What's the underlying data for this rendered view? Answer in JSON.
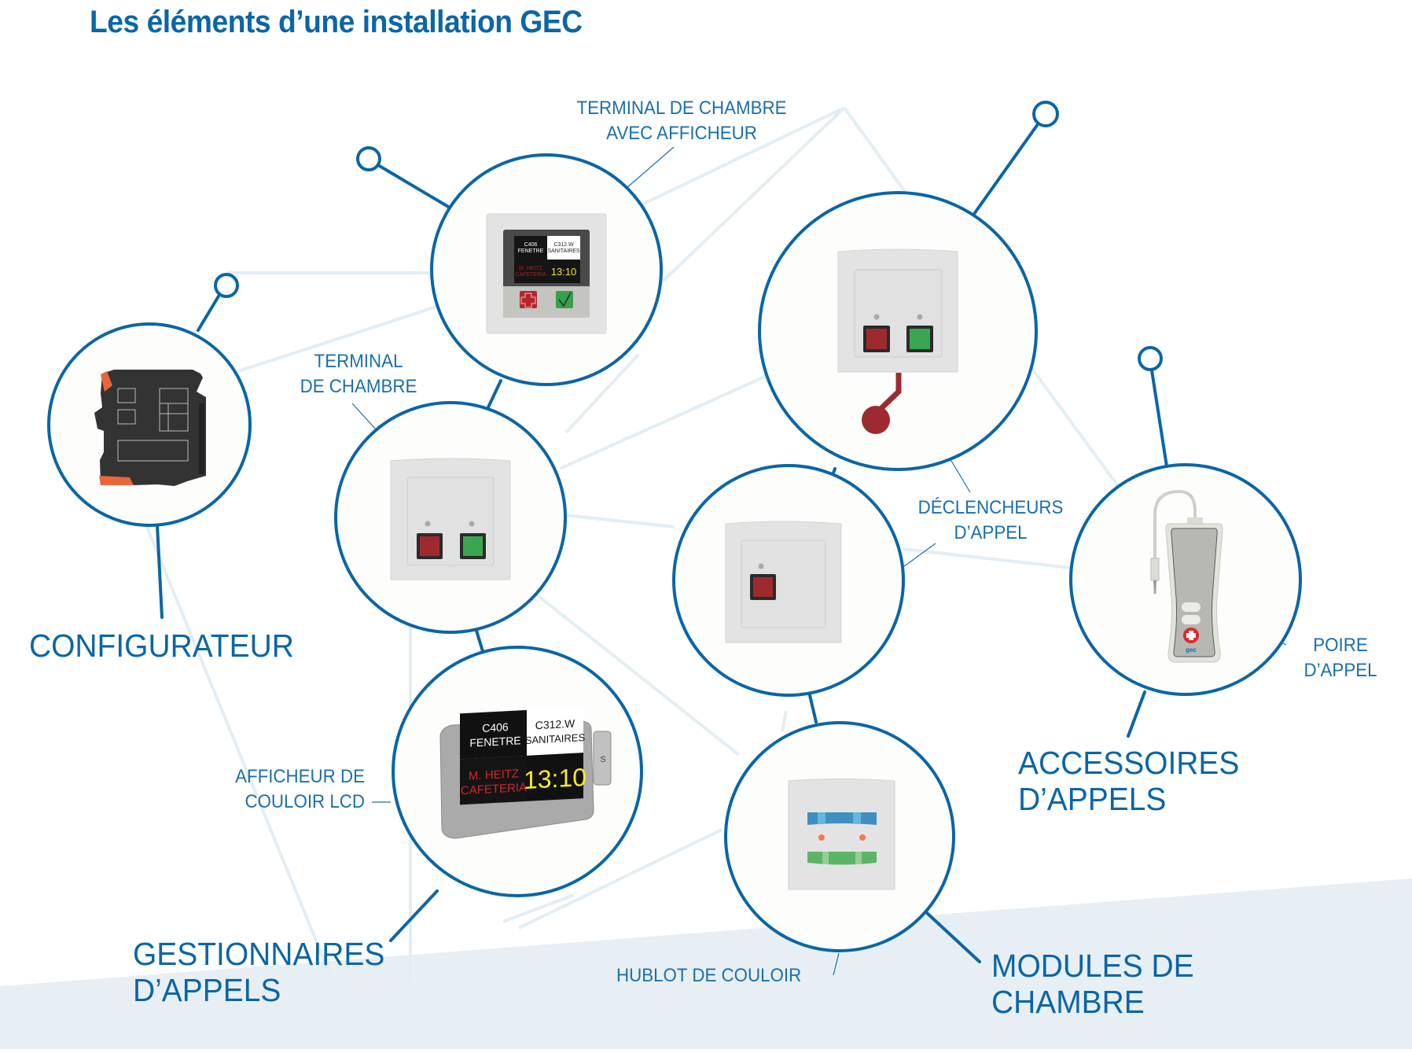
{
  "title": "Les éléments d’une installation GEC",
  "colors": {
    "brand_blue": "#0a66a6",
    "network_line": "#e3edf4",
    "band": "#e8eff4",
    "alarm_red": "#9e2a30",
    "ok_green": "#3aa64f"
  },
  "categories": {
    "configurateur": "CONFIGURATEUR",
    "gestionnaires": "GESTIONNAIRES\nD’APPELS",
    "modules": "MODULES DE\nCHAMBRE",
    "accessoires": "ACCESSOIRES\nD’APPELS"
  },
  "labels": {
    "terminal_afficheur": "TERMINAL DE CHAMBRE\nAVEC AFFICHEUR",
    "terminal_chambre": "TERMINAL\nDE CHAMBRE",
    "declencheurs": "DÉCLENCHEURS\nD’APPEL",
    "poire": "POIRE\nD’APPEL",
    "afficheur_couloir": "AFFICHEUR DE\nCOULOIR LCD",
    "hublot": "HUBLOT DE COULOIR"
  },
  "devices": {
    "display_cells": {
      "c1_line1": "C406",
      "c1_line2": "FENETRE",
      "c2_line1": "C312.W",
      "c2_line2": "SANITAIRES",
      "c3_line1": "M. HEITZ",
      "c3_line2": "CAFETERIA",
      "c4_time": "13:10"
    },
    "lcd_side_key": "S",
    "poire_brand": "gec"
  },
  "icons": {
    "configurateur": "din-rail-module-icon",
    "terminal_afficheur": "room-terminal-display-icon",
    "terminal_chambre": "room-terminal-two-buttons-icon",
    "declencheur_cordon": "pull-cord-call-trigger-icon",
    "declencheur_simple": "single-call-button-icon",
    "poire": "call-pear-handset-icon",
    "afficheur_couloir": "corridor-lcd-display-icon",
    "hublot": "corridor-light-icon"
  }
}
